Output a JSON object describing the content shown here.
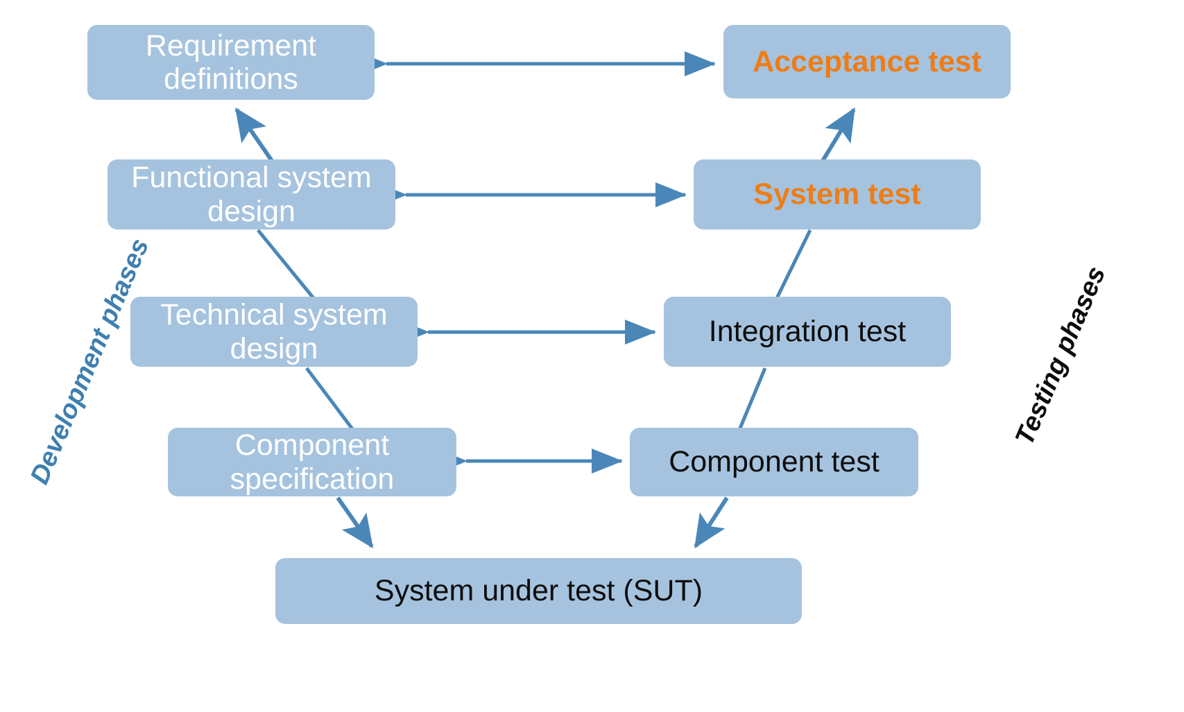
{
  "diagram": {
    "title": "V-Model",
    "background_color": "#ffffff",
    "box_fill": "#a5c3de",
    "connector_color": "#4a87b8",
    "accent_orange": "#ed7d18",
    "accent_blue": "#3f7fb0",
    "text_white": "#ffffff",
    "text_black": "#0d0d0d"
  },
  "side_labels": {
    "left": "Development phases",
    "right": "Testing phases"
  },
  "nodes": {
    "requirement_definitions": "Requirement definitions",
    "functional_system_design": "Functional system design",
    "technical_system_design": "Technical system design",
    "component_specification": "Component specification",
    "acceptance_test": "Acceptance test",
    "system_test": "System test",
    "integration_test": "Integration test",
    "component_test": "Component test",
    "system_under_test": "System under test (SUT)"
  },
  "chart_data": {
    "type": "diagram",
    "title": "V-Model of software development and testing phases",
    "left_column": [
      {
        "id": "requirement_definitions",
        "label": "Requirement definitions",
        "level": 1,
        "text_color": "#ffffff",
        "bold": false
      },
      {
        "id": "functional_system_design",
        "label": "Functional system design",
        "level": 2,
        "text_color": "#ffffff",
        "bold": false
      },
      {
        "id": "technical_system_design",
        "label": "Technical system design",
        "level": 3,
        "text_color": "#ffffff",
        "bold": false
      },
      {
        "id": "component_specification",
        "label": "Component specification",
        "level": 4,
        "text_color": "#ffffff",
        "bold": false
      }
    ],
    "right_column": [
      {
        "id": "acceptance_test",
        "label": "Acceptance test",
        "level": 1,
        "text_color": "#ed7d18",
        "bold": true
      },
      {
        "id": "system_test",
        "label": "System test",
        "level": 2,
        "text_color": "#ed7d18",
        "bold": true
      },
      {
        "id": "integration_test",
        "label": "Integration test",
        "level": 3,
        "text_color": "#0d0d0d",
        "bold": false
      },
      {
        "id": "component_test",
        "label": "Component test",
        "level": 4,
        "text_color": "#0d0d0d",
        "bold": false
      }
    ],
    "bottom": {
      "id": "system_under_test",
      "label": "System under test (SUT)",
      "text_color": "#0d0d0d",
      "bold": false
    },
    "connections": [
      {
        "from": "requirement_definitions",
        "to": "acceptance_test",
        "style": "double-arrow",
        "orientation": "horizontal"
      },
      {
        "from": "functional_system_design",
        "to": "system_test",
        "style": "double-arrow",
        "orientation": "horizontal"
      },
      {
        "from": "technical_system_design",
        "to": "integration_test",
        "style": "double-arrow",
        "orientation": "horizontal"
      },
      {
        "from": "component_specification",
        "to": "component_test",
        "style": "double-arrow",
        "orientation": "horizontal"
      },
      {
        "from": "functional_system_design",
        "to": "requirement_definitions",
        "style": "single-arrow",
        "orientation": "diagonal-up"
      },
      {
        "from": "technical_system_design",
        "to": "functional_system_design",
        "style": "line",
        "orientation": "diagonal-up"
      },
      {
        "from": "component_specification",
        "to": "technical_system_design",
        "style": "line",
        "orientation": "diagonal-up"
      },
      {
        "from": "component_specification",
        "to": "system_under_test",
        "style": "single-arrow",
        "orientation": "diagonal-down"
      },
      {
        "from": "component_test",
        "to": "system_under_test",
        "style": "single-arrow",
        "orientation": "diagonal-down"
      },
      {
        "from": "component_test",
        "to": "integration_test",
        "style": "line",
        "orientation": "diagonal-up"
      },
      {
        "from": "integration_test",
        "to": "system_test",
        "style": "line",
        "orientation": "diagonal-up"
      },
      {
        "from": "system_test",
        "to": "acceptance_test",
        "style": "single-arrow",
        "orientation": "diagonal-up"
      }
    ],
    "annotations": [
      "Development phases",
      "Testing phases"
    ]
  }
}
